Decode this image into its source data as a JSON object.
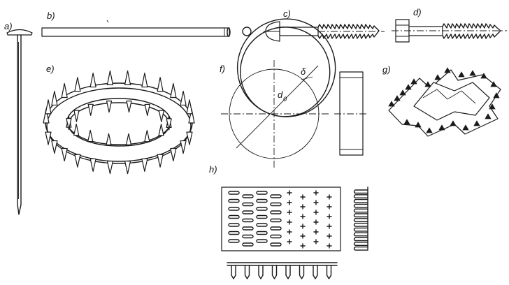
{
  "labels": {
    "a": "a)",
    "b": "b)",
    "c": "c)",
    "d": "d)",
    "e": "e)",
    "f": "f)",
    "g": "g)",
    "h": "h)"
  },
  "ring_dims": {
    "outer_diameter_symbol": "d",
    "outer_diameter_subscript": "0",
    "thickness_symbol": "δ"
  }
}
